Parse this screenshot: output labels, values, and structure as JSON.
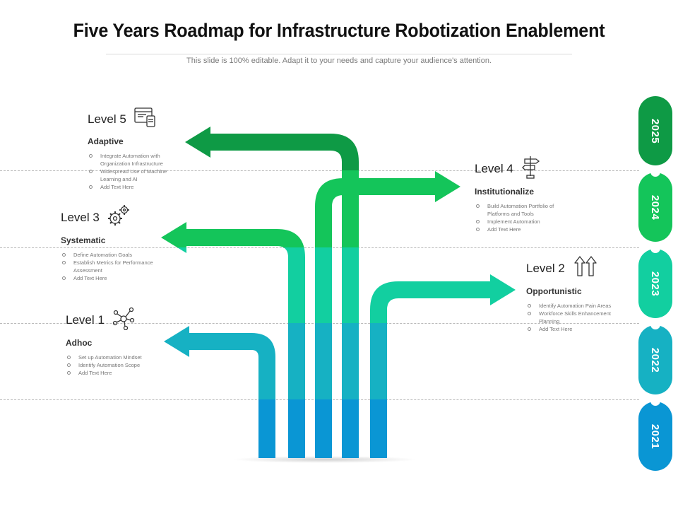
{
  "title": "Five Years Roadmap for Infrastructure Robotization Enablement",
  "subtitle": "This slide is 100% editable. Adapt it to your needs and capture your audience's attention.",
  "years": [
    "2025",
    "2024",
    "2023",
    "2022",
    "2021"
  ],
  "colors": {
    "blue": "#0A96D4",
    "teal": "#16B1C3",
    "aqua": "#12CFA0",
    "green": "#14C55A",
    "darkgreen": "#0E9A45"
  },
  "levels": [
    {
      "name": "Level 5",
      "subtitle": "Adaptive",
      "icon": "browser-window-icon",
      "bullets": [
        "Integrate Automation with Organization Infrastructure",
        "Widespread Use of Machine Learning and AI",
        "Add Text Here"
      ]
    },
    {
      "name": "Level 4",
      "subtitle": "Institutionalize",
      "icon": "signpost-icon",
      "bullets": [
        "Build Automation Portfolio of Platforms and Tools",
        "Implement Automation",
        "Add Text Here"
      ]
    },
    {
      "name": "Level 3",
      "subtitle": "Systematic",
      "icon": "gears-icon",
      "bullets": [
        "Define Automation Goals",
        "Establish Metrics for Performance Assessment",
        "Add Text Here"
      ]
    },
    {
      "name": "Level 2",
      "subtitle": "Opportunistic",
      "icon": "up-arrows-icon",
      "bullets": [
        "Identify Automation Pain Areas",
        "Workforce Skills Enhancement Planning",
        "Add Text Here"
      ]
    },
    {
      "name": "Level 1",
      "subtitle": "Adhoc",
      "icon": "network-nodes-icon",
      "bullets": [
        "Set up Automation Mindset",
        "Identify Automation Scope",
        "Add Text Here"
      ]
    }
  ]
}
